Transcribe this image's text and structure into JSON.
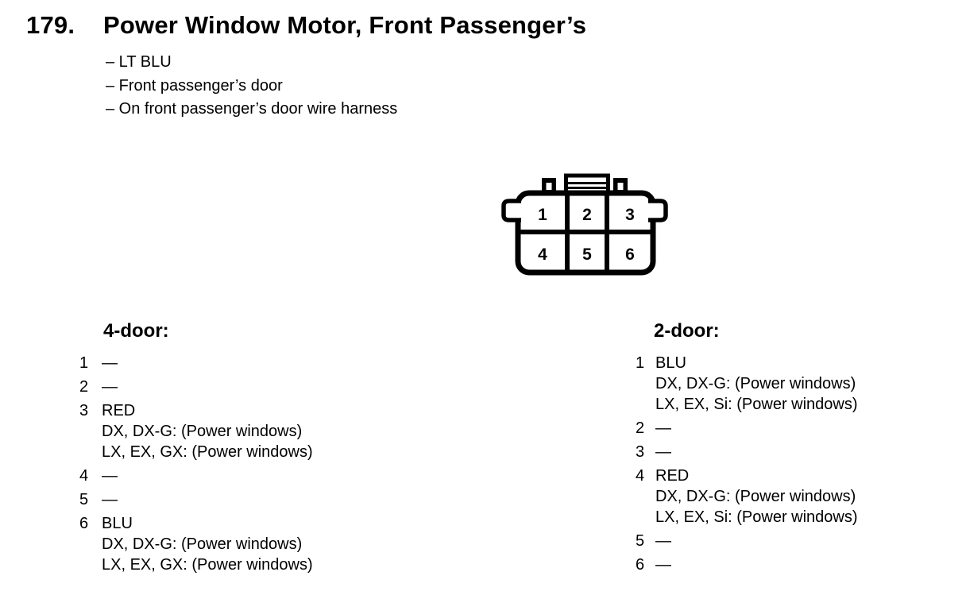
{
  "page": {
    "background_color": "#ffffff",
    "text_color": "#000000"
  },
  "header": {
    "item_number": "179.",
    "title": "Power Window Motor, Front Passenger’s"
  },
  "notes": {
    "items": [
      "– LT BLU",
      "– Front passenger’s door",
      "– On front passenger’s door wire harness"
    ]
  },
  "connector": {
    "description": "6-pin connector, front view, two rows with top latch and side tabs",
    "cells": [
      "1",
      "2",
      "3",
      "4",
      "5",
      "6"
    ]
  },
  "pinouts": [
    {
      "heading": "4-door:",
      "pins": [
        {
          "num": "1",
          "value": "—",
          "trims": []
        },
        {
          "num": "2",
          "value": "—",
          "trims": []
        },
        {
          "num": "3",
          "value": "RED",
          "trims": [
            "DX, DX-G: (Power windows)",
            "LX, EX, GX: (Power windows)"
          ]
        },
        {
          "num": "4",
          "value": "—",
          "trims": []
        },
        {
          "num": "5",
          "value": "—",
          "trims": []
        },
        {
          "num": "6",
          "value": "BLU",
          "trims": [
            "DX, DX-G: (Power windows)",
            "LX, EX, GX: (Power windows)"
          ]
        }
      ]
    },
    {
      "heading": "2-door:",
      "pins": [
        {
          "num": "1",
          "value": "BLU",
          "trims": [
            "DX, DX-G: (Power windows)",
            "LX, EX, Si: (Power windows)"
          ]
        },
        {
          "num": "2",
          "value": "—",
          "trims": []
        },
        {
          "num": "3",
          "value": "—",
          "trims": []
        },
        {
          "num": "4",
          "value": "RED",
          "trims": [
            "DX, DX-G: (Power windows)",
            "LX, EX, Si: (Power windows)"
          ]
        },
        {
          "num": "5",
          "value": "—",
          "trims": []
        },
        {
          "num": "6",
          "value": "—",
          "trims": []
        }
      ]
    }
  ]
}
